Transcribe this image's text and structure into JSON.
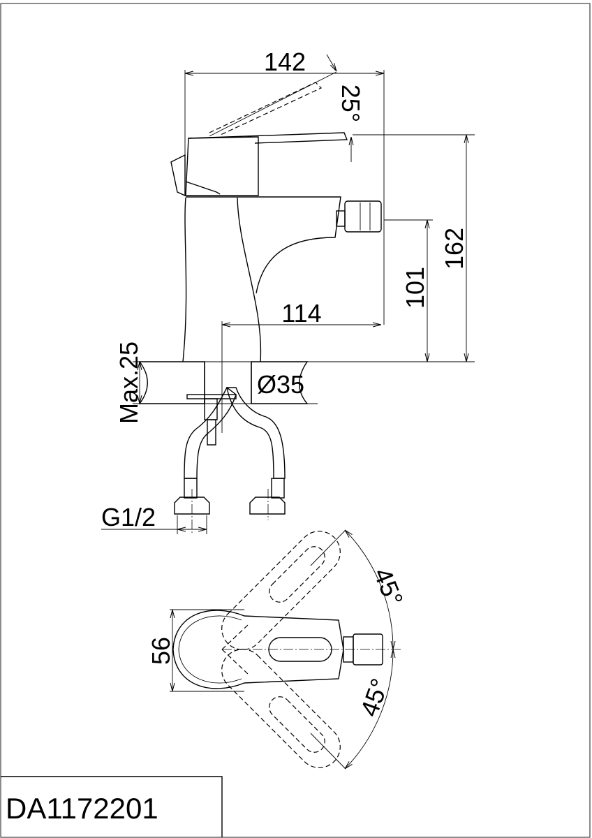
{
  "drawing": {
    "model_code": "DA1172201",
    "side_view": {
      "width_label": "142",
      "lever_angle_label": "25°",
      "height_label": "162",
      "spout_height_label": "101",
      "spout_reach_label": "114",
      "max_thickness_label": "Max.25",
      "hole_diameter_label": "Ø35",
      "thread_label": "G1/2"
    },
    "top_view": {
      "depth_label": "56",
      "upper_angle_label": "45°",
      "lower_angle_label": "45°"
    }
  }
}
